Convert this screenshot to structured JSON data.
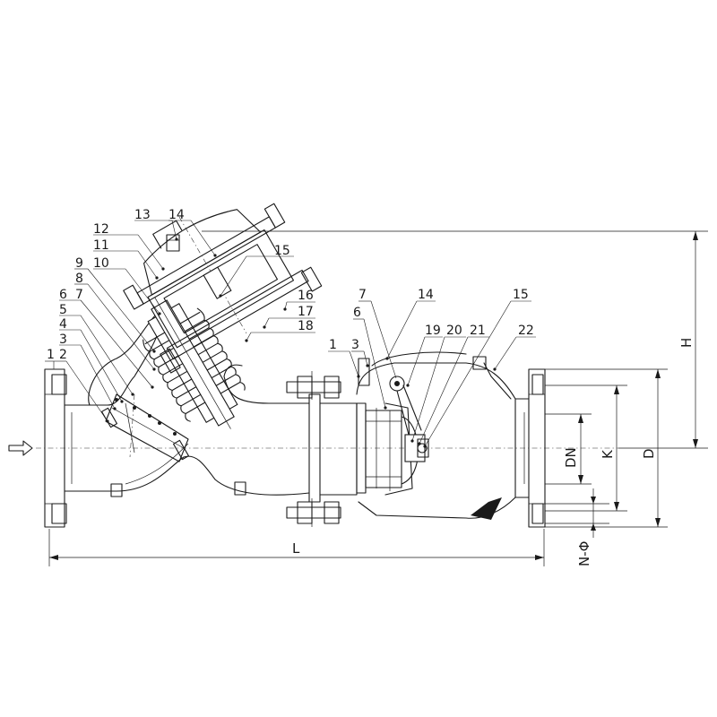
{
  "callouts": [
    "1",
    "2",
    "3",
    "4",
    "5",
    "6",
    "7",
    "8",
    "9",
    "10",
    "11",
    "12",
    "13",
    "14",
    "15",
    "16",
    "17",
    "18",
    "1",
    "3",
    "6",
    "7",
    "14",
    "19",
    "20",
    "21",
    "15",
    "22"
  ],
  "dimensions": {
    "length": "L",
    "height": "H",
    "nominal_diameter": "DN",
    "bolt_circle": "K",
    "flange_diameter": "D",
    "bolt_holes": "N-Φ"
  },
  "flow_arrow_icon": "hollow-right-arrow-icon"
}
